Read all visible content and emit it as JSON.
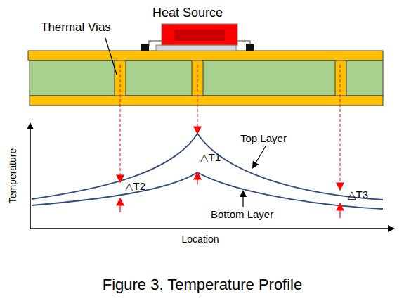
{
  "diagram": {
    "caption": "Figure 3. Temperature Profile",
    "labels": [
      "Heat Source",
      "Thermal Vias",
      "Top Layer",
      "Bottom Layer",
      "△T1",
      "△T2",
      "△T3",
      "Temperature",
      "Location"
    ]
  }
}
